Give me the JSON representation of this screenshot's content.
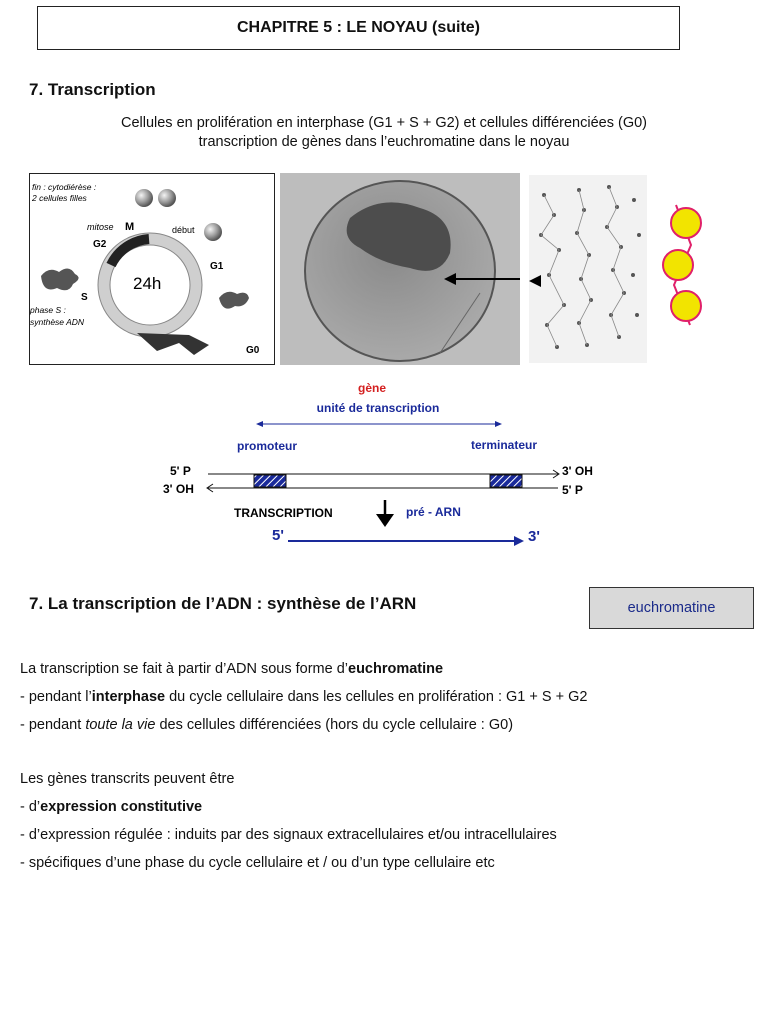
{
  "header": {
    "chapter_title": "CHAPITRE 5 :  LE NOYAU  (suite)"
  },
  "section1": {
    "title": "7. Transcription",
    "subtitle_line1": "Cellules en prolifération en interphase (G1 + S + G2) et cellules différenciées (G0)",
    "subtitle_line2": "transcription de gènes dans l’euchromatine dans le noyau"
  },
  "cell_cycle": {
    "fin_line1": "fin : cytodiérèse :",
    "fin_line2": "2 cellules filles",
    "mitose": "mitose",
    "M": "M",
    "debut": "début",
    "G2": "G2",
    "G1": "G1",
    "S": "S",
    "phase_s_line1": "phase S :",
    "phase_s_line2": "synthèse ADN",
    "center": "24h",
    "G0": "G0"
  },
  "gene_diagram": {
    "gene": "gène",
    "unit": "unité de transcription",
    "promoteur": "promoteur",
    "terminateur": "terminateur",
    "five_p_left": "5' P",
    "three_oh_left": "3' OH",
    "three_oh_right": "3' OH",
    "five_p_right": "5' P",
    "transcription": "TRANSCRIPTION",
    "pre_arn": "pré - ARN",
    "five_prime": "5'",
    "three_prime": "3'"
  },
  "section2": {
    "title": "7. La transcription de l’ADN : synthèse de l’ARN",
    "badge": "euchromatine"
  },
  "body": {
    "p1_pre": "La transcription se fait à partir d’ADN sous forme d’",
    "p1_bold": "euchromatine",
    "p2_pre": "- pendant l’",
    "p2_bold": "interphase",
    "p2_post": " du cycle cellulaire dans les cellules en prolifération : G1 + S + G2",
    "p3_pre": "- pendant ",
    "p3_italic": "toute la vie",
    "p3_post": " des cellules différenciées (hors du cycle cellulaire : G0)",
    "p4": "Les gènes transcrits peuvent être",
    "p5_pre": "- d’",
    "p5_bold": "expression constitutive",
    "p6": "- d’expression régulée : induits par des signaux extracellulaires et/ou intracellulaires",
    "p7": "- spécifiques d’une phase du cycle cellulaire et / ou d’un type cellulaire etc"
  },
  "colors": {
    "red": "#d42020",
    "blue": "#1a2a9a",
    "yellow": "#f2e400",
    "magenta": "#e0206a"
  }
}
